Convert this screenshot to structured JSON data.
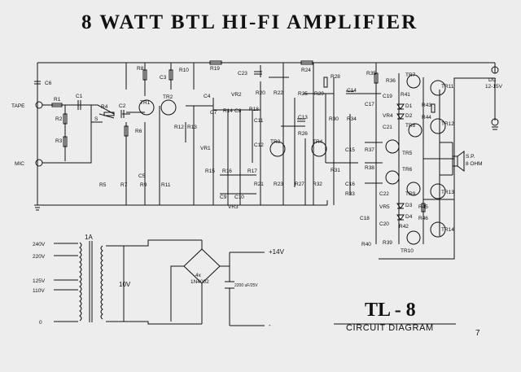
{
  "title": "8 WATT BTL HI-FI AMPLIFIER",
  "model": "TL - 8",
  "caption": "CIRCUIT DIAGRAM",
  "page_number": "7",
  "inputs": {
    "tape": "TAPE",
    "mic": "MIC"
  },
  "supply": {
    "dc": "DC",
    "range": "12-15V",
    "plus": "+",
    "minus": "-"
  },
  "speaker": {
    "label": "S.P.",
    "impedance": "8 OHM"
  },
  "transformer": {
    "ref": "1A",
    "taps": [
      "240V",
      "220V",
      "125V",
      "110V",
      "0"
    ],
    "secondary": "10V",
    "bridge": "4x",
    "diode": "1N4002",
    "cap": "2200 uF/25V",
    "out_plus": "+14V",
    "out_minus": "-"
  },
  "parts": {
    "r1": "R1",
    "r2": "R2",
    "r3": "R3",
    "r4": "R4",
    "r5": "R5",
    "r6": "R6",
    "r7": "R7",
    "r8": "R8",
    "r9": "R9",
    "r10": "R10",
    "r11": "R11",
    "r12": "R12",
    "r13": "R13",
    "r14": "R14",
    "r15": "R15",
    "r16": "R16",
    "r17": "R17",
    "r18": "R18",
    "r19": "R19",
    "r20": "R20",
    "r21": "R21",
    "r22": "R22",
    "r23": "R23",
    "r24": "R24",
    "r25": "R25",
    "r26": "R26",
    "r27": "R27",
    "r28": "R28",
    "r29": "R29",
    "r30": "R30",
    "r31": "R31",
    "r32": "R32",
    "r33": "R33",
    "r34": "R34",
    "r35": "R35",
    "r36": "R36",
    "r37": "R37",
    "r38": "R38",
    "r39": "R39",
    "r40": "R40",
    "r41": "R41",
    "r42": "R42",
    "r43": "R43",
    "r44": "R44",
    "r45": "R45",
    "r46": "R46",
    "c1": "C1",
    "c2": "C2",
    "c3": "C3",
    "c4": "C4",
    "c5": "C5",
    "c6": "C6",
    "c7": "C7",
    "c8": "C8",
    "c9": "C9",
    "c10": "C10",
    "c11": "C11",
    "c12": "C12",
    "c13": "C13",
    "c14": "C14",
    "c15": "C15",
    "c16": "C16",
    "c17": "C17",
    "c18": "C18",
    "c19": "C19",
    "c20": "C20",
    "c21": "C21",
    "c22": "C22",
    "c23": "C23",
    "tr1": "TR1",
    "tr2": "TR2",
    "tr3": "TR3",
    "tr4": "TR4",
    "tr5": "TR5",
    "tr6": "TR6",
    "tr7": "TR7",
    "tr8": "TR8",
    "tr9": "TR9",
    "tr10": "TR10",
    "tr11": "TR11",
    "tr12": "TR12",
    "tr13": "TR13",
    "tr14": "TR14",
    "vr1": "VR1",
    "vr2": "VR2",
    "vr3": "VR3",
    "vr4": "VR4",
    "vr5": "VR5",
    "d1": "D1",
    "d2": "D2",
    "d3": "D3",
    "d4": "D4",
    "s": "S"
  }
}
